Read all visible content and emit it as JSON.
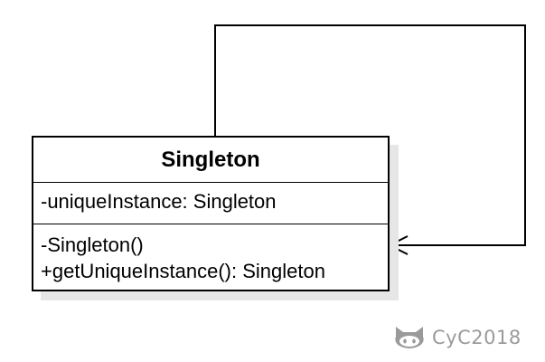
{
  "class_box": {
    "name": "Singleton",
    "attributes": [
      "-uniqueInstance: Singleton"
    ],
    "operations": [
      "-Singleton()",
      "+getUniqueInstance(): Singleton"
    ]
  },
  "self_association": {
    "arrow": "open-arrow",
    "color": "#000000"
  },
  "watermark": {
    "icon": "github-octocat-icon",
    "text": "CyC2018",
    "color": "#9a9a9a"
  }
}
